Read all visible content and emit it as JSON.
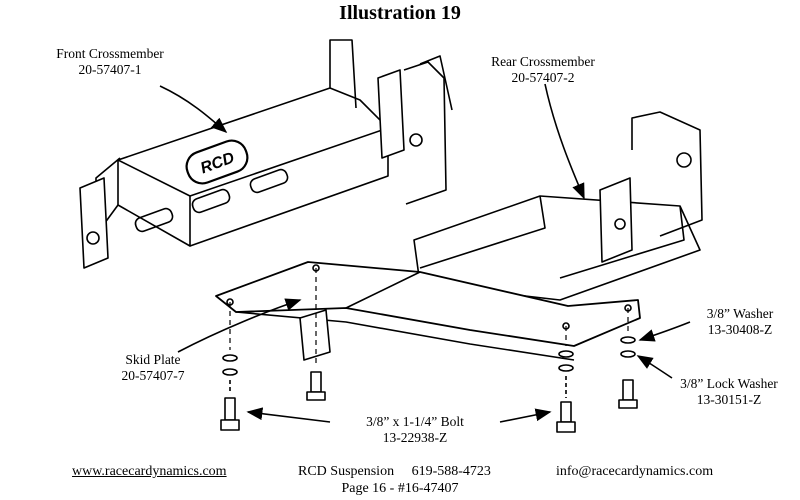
{
  "title": "Illustration 19",
  "labels": {
    "front_crossmember": {
      "name": "Front Crossmember",
      "part": "20-57407-1"
    },
    "rear_crossmember": {
      "name": "Rear Crossmember",
      "part": "20-57407-2"
    },
    "skid_plate": {
      "name": "Skid Plate",
      "part": "20-57407-7"
    },
    "washer": {
      "name": "3/8” Washer",
      "part": "13-30408-Z"
    },
    "lock_washer": {
      "name": "3/8” Lock Washer",
      "part": "13-30151-Z"
    },
    "bolt": {
      "name": "3/8” x 1-1/4” Bolt",
      "part": "13-22938-Z"
    }
  },
  "logo_text": "RCD",
  "footer": {
    "website": "www.racecardynamics.com",
    "company_phone": "RCD Suspension     619-588-4723",
    "email": "info@racecardynamics.com",
    "page": "Page 16 - #16-47407"
  }
}
